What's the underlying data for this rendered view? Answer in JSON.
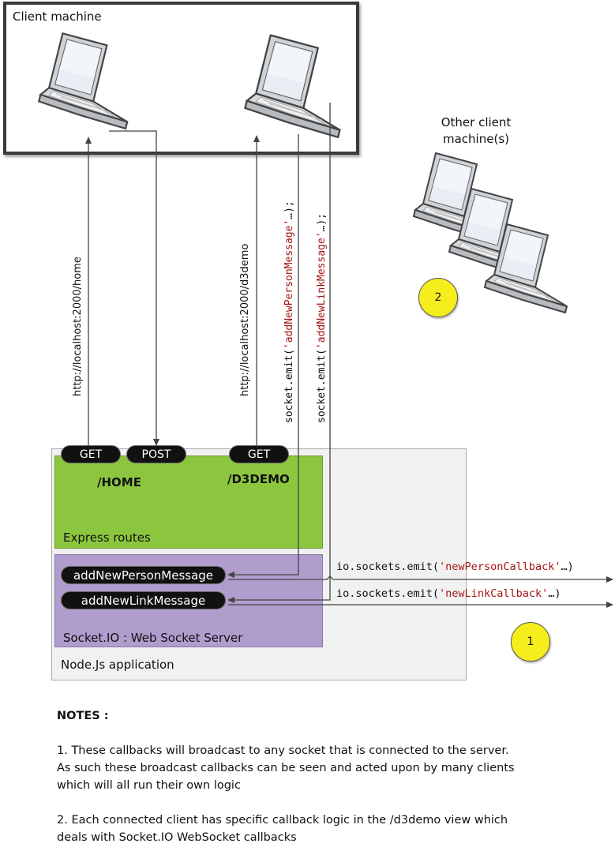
{
  "client_machine": {
    "label": "Client machine"
  },
  "other_clients": {
    "label_line1": "Other client",
    "label_line2": "machine(s)",
    "marker": "2"
  },
  "requests": {
    "home_url": "http://localhost:2000/home",
    "d3demo_url": "http://localhost:2000/d3demo",
    "emit_person_prefix": "socket.emit(",
    "emit_person_string": "'addNewPersonMessage'",
    "emit_person_suffix": "…);",
    "emit_link_prefix": "socket.emit(",
    "emit_link_string": "'addNewLinkMessage'",
    "emit_link_suffix": "…);"
  },
  "node_app": {
    "label": "Node.Js application",
    "express": {
      "label": "Express routes",
      "methods": [
        "GET",
        "POST",
        "GET"
      ],
      "routes": [
        "/HOME",
        "/D3DEMO"
      ]
    },
    "socketio": {
      "label": "Socket.IO : Web Socket Server",
      "handlers": [
        "addNewPersonMessage",
        "addNewLinkMessage"
      ]
    }
  },
  "broadcasts": {
    "person_prefix": "io.sockets.emit(",
    "person_string": "'newPersonCallback'",
    "person_suffix": "…)",
    "link_prefix": "io.sockets.emit(",
    "link_string": "'newLinkCallback'",
    "link_suffix": "…)",
    "marker": "1"
  },
  "notes": {
    "title": "NOTES :",
    "note1_line1": "1. These callbacks will broadcast to any socket that is connected to the server.",
    "note1_line2": "As such these broadcast callbacks can be seen and acted upon by many clients",
    "note1_line3": "which will all run their own logic",
    "note2_line1": "2. Each connected client has specific callback logic in the /d3demo view which",
    "note2_line2": "deals with Socket.IO WebSocket callbacks"
  },
  "colors": {
    "express_green": "#8cc63f",
    "socket_purple": "#b09ccd",
    "marker_yellow": "#f6ee1c",
    "code_string_red": "#a31515"
  }
}
